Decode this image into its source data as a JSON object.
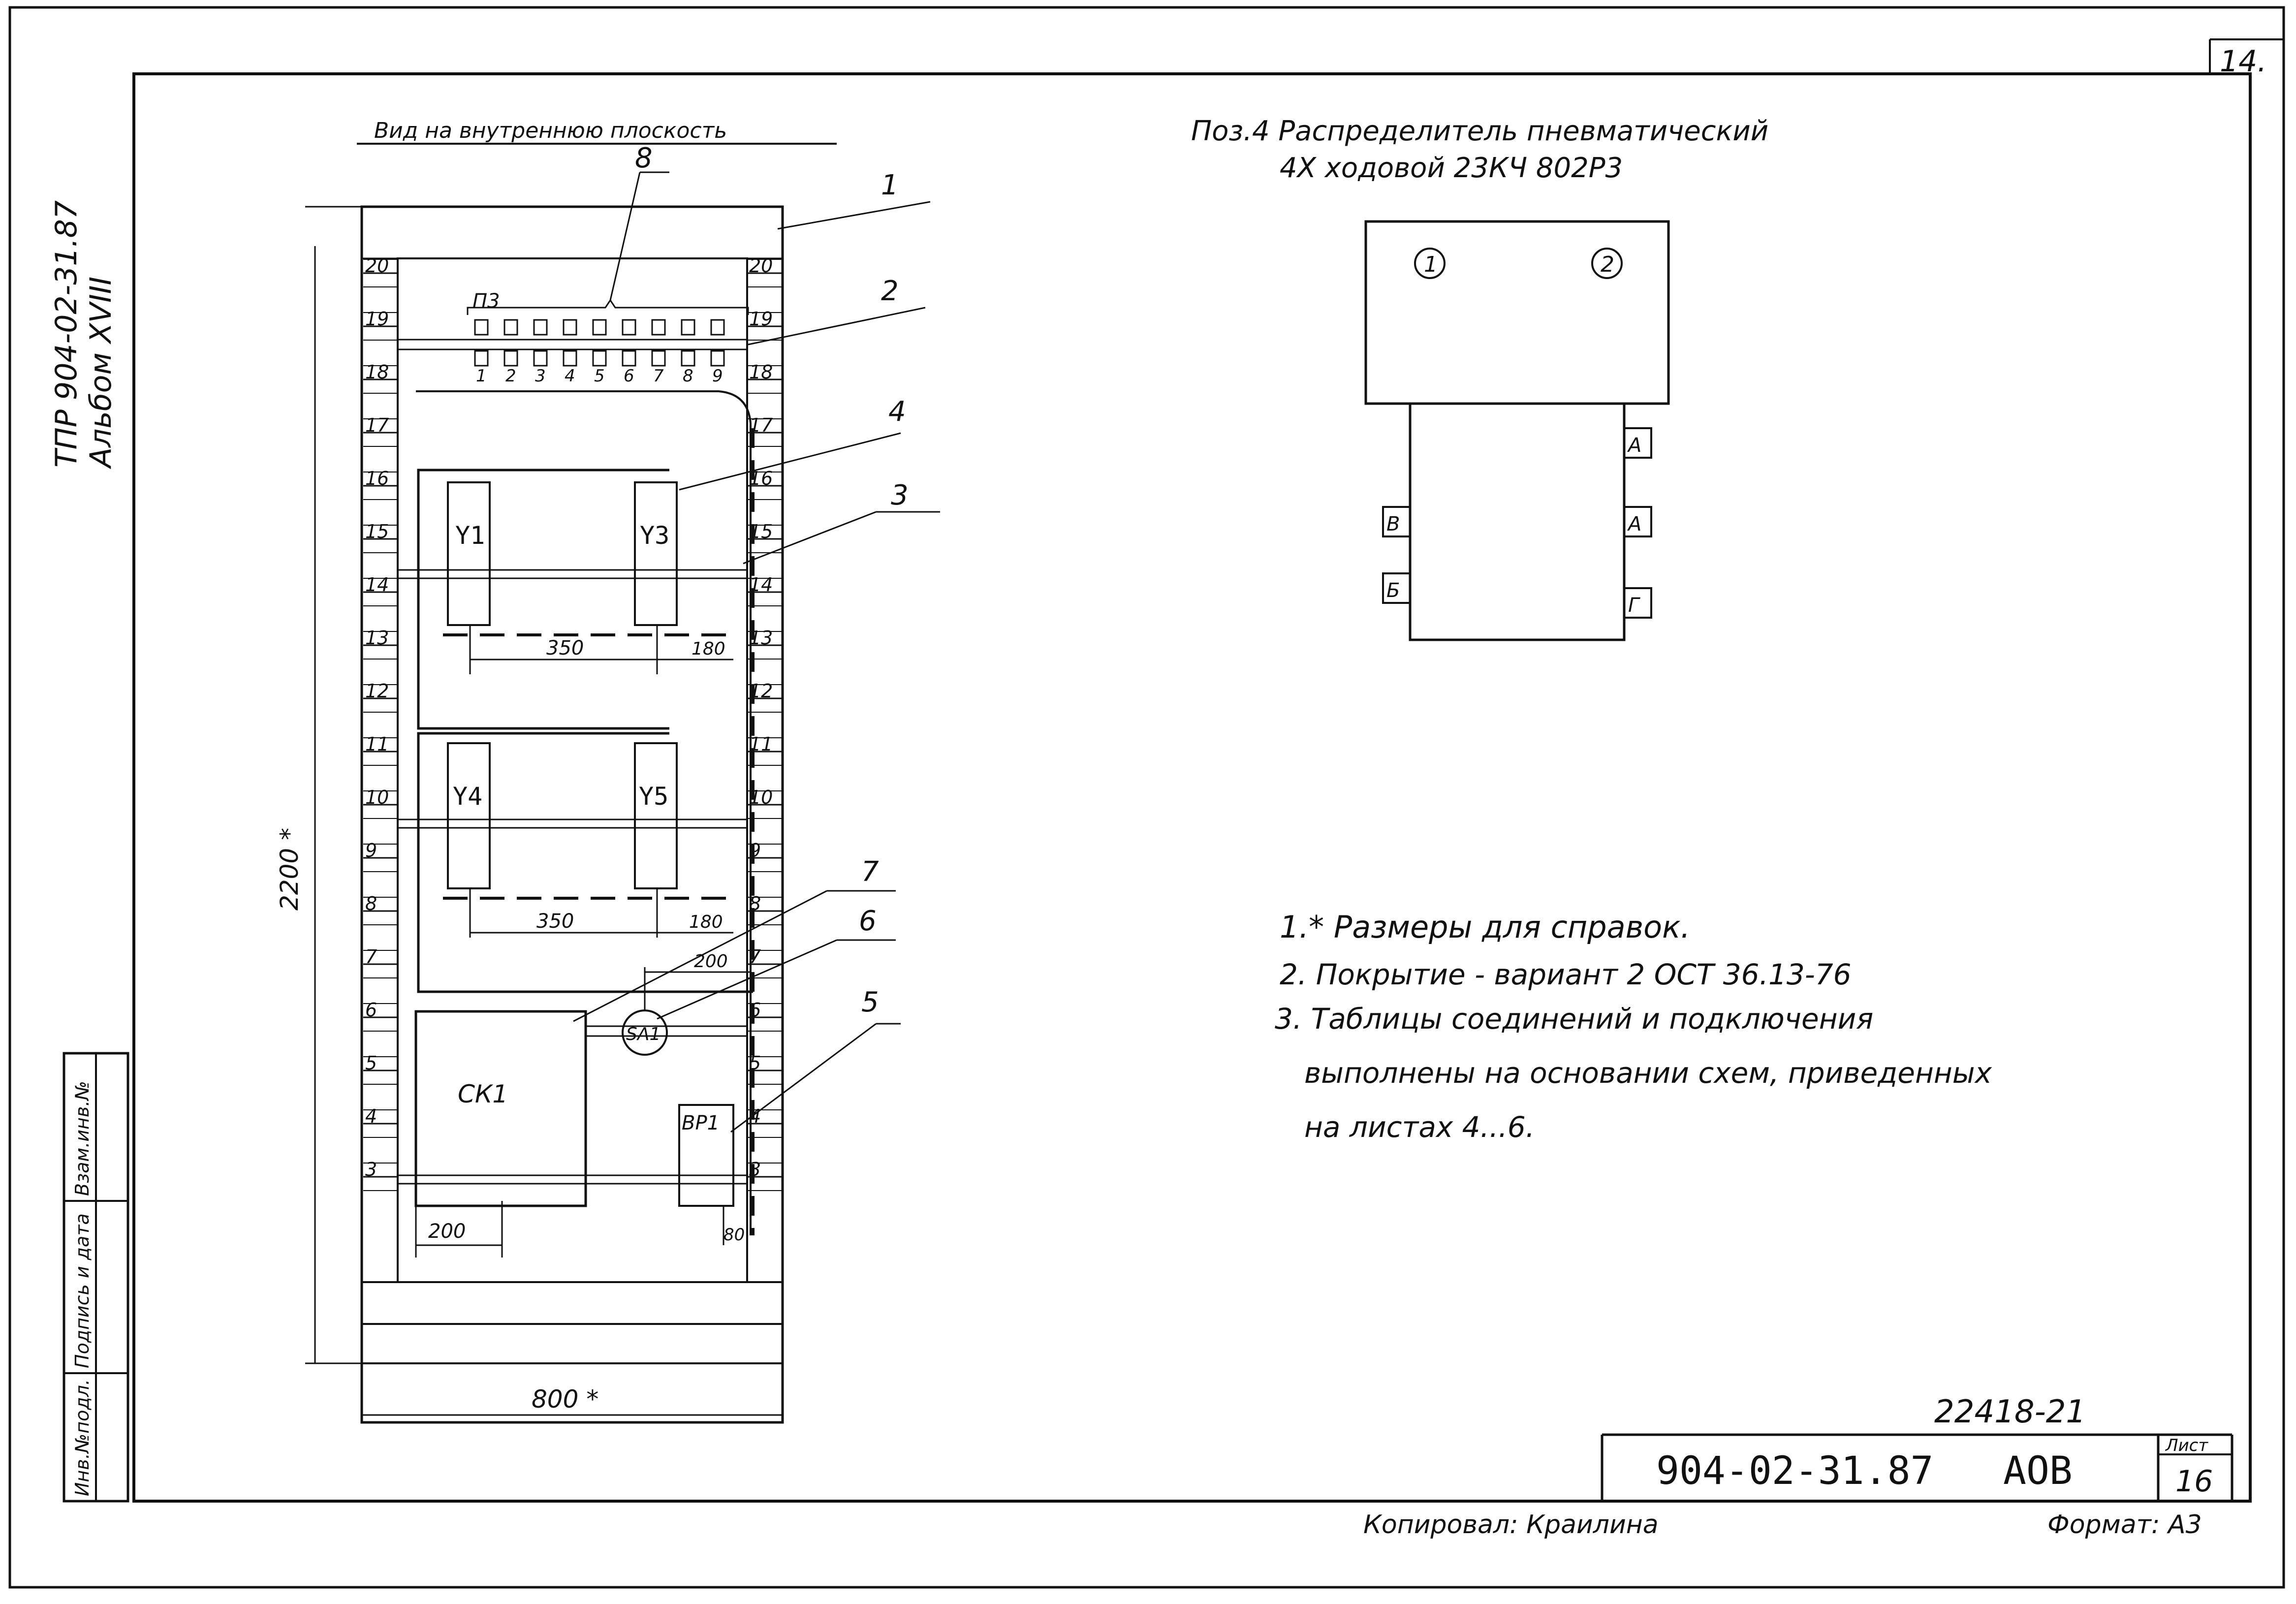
{
  "sheet": {
    "corner_number": "14.",
    "side_label_line1": "ТПР 904-02-31.87",
    "side_label_line2": "Альбом XVIII",
    "copied_by": "Копировал: Краилина",
    "format": "Формат: А3"
  },
  "left_stamp": {
    "col1": "Инв.№подл.",
    "col2": "Подпись и дата",
    "col3": "Взам.инв.№"
  },
  "cabinet_view": {
    "title": "Вид на внутреннюю плоскость",
    "height_dim": "2200 *",
    "width_dim": "800 *",
    "rail_numbers": [
      "20",
      "19",
      "18",
      "17",
      "16",
      "15",
      "14",
      "13",
      "12",
      "11",
      "10",
      "9",
      "8",
      "7",
      "6",
      "5",
      "4",
      "3"
    ],
    "terminal_label": "П3",
    "terminal_numbers": [
      "1",
      "2",
      "3",
      "4",
      "5",
      "6",
      "7",
      "8",
      "9"
    ],
    "callouts": [
      "1",
      "2",
      "3",
      "4",
      "5",
      "6",
      "7",
      "8"
    ],
    "devices": {
      "y1": "Y1",
      "y3": "Y3",
      "y4": "Y4",
      "y5": "Y5",
      "ck1": "СК1",
      "sa1": "SA1",
      "bp1": "ВР1"
    },
    "dims": {
      "d350_top": "350",
      "d180_top": "180",
      "d350_bottom": "350",
      "d180_bottom": "180",
      "d200_sa": "200",
      "d200_ck": "200",
      "d80": "80"
    }
  },
  "distributor": {
    "title_line1": "Поз.4 Распределитель пневматический",
    "title_line2": "4Х ходовой 23КЧ 802Р3",
    "port1": "1",
    "port2": "2",
    "port_a_top": "А",
    "port_a": "А",
    "port_v": "В",
    "port_b": "Б",
    "port_g": "Г"
  },
  "notes": [
    "1.* Размеры для справок.",
    "2. Покрытие - вариант 2 ОСТ 36.13-76",
    "3. Таблицы соединений и подключения",
    "выполнены на основании схем, приведенных",
    "на листах 4...6."
  ],
  "title_block": {
    "reg_number": "22418-21",
    "doc_code": "904-02-31.87",
    "mark": "АОВ",
    "sheet_label": "Лист",
    "sheet_number": "16"
  }
}
